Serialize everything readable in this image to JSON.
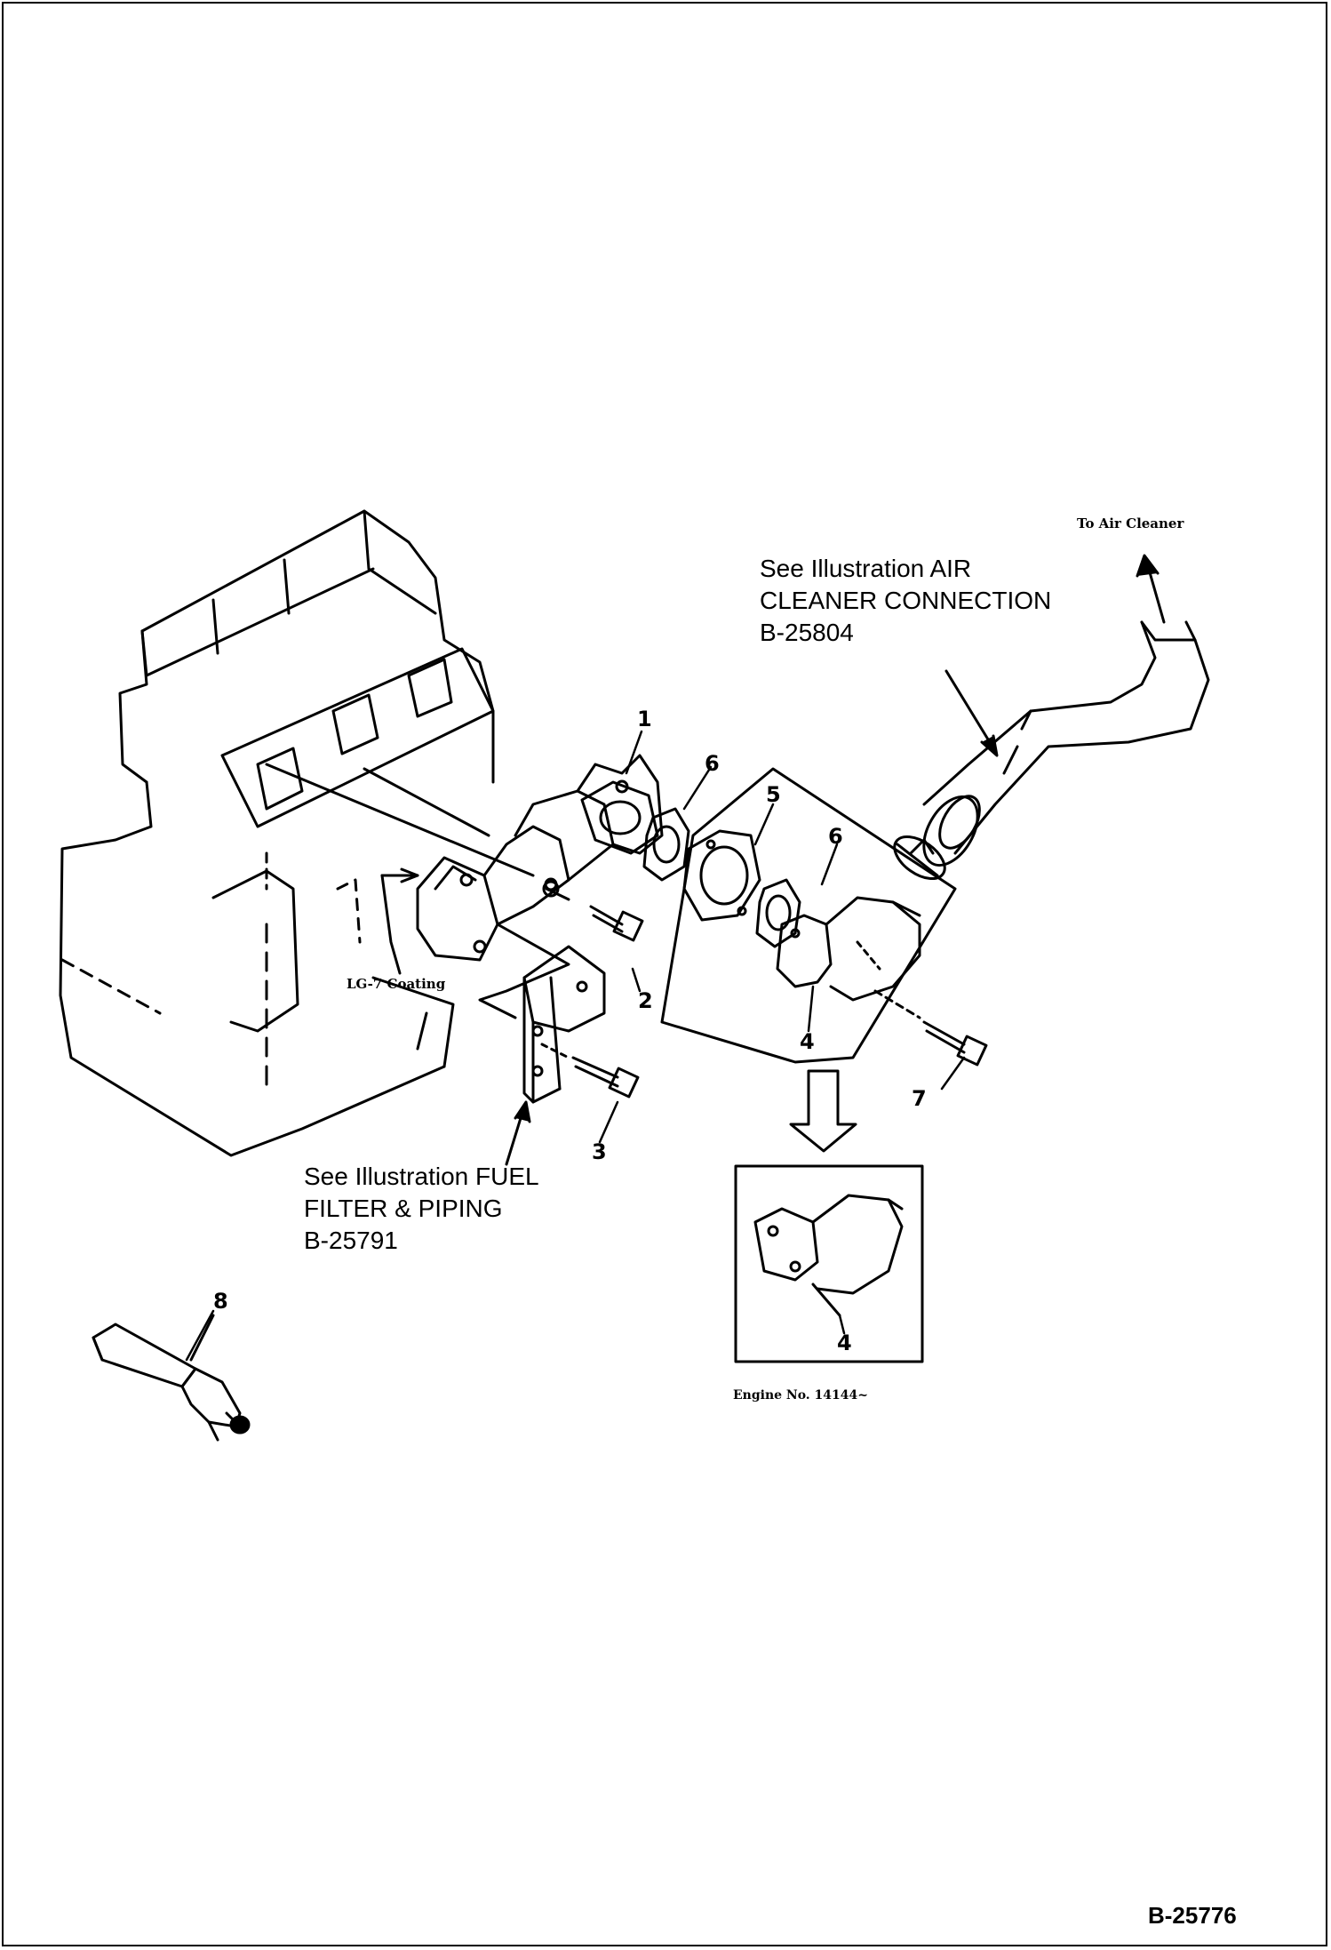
{
  "figure_id": "B-25776",
  "references": {
    "air_cleaner": [
      "See Illustration AIR",
      "CLEANER CONNECTION",
      "B-25804"
    ],
    "fuel_filter": [
      "See Illustration FUEL",
      "FILTER & PIPING",
      "B-25791"
    ]
  },
  "notes": {
    "to_air_cleaner": "To Air Cleaner",
    "coating": "LG-7 Coating",
    "engine_no": "Engine No. 14144~"
  },
  "callouts": {
    "p1": "1",
    "p2": "2",
    "p3": "3",
    "p4_main": "4",
    "p4_inset": "4",
    "p5": "5",
    "p6_left": "6",
    "p6_right": "6",
    "p7": "7",
    "p8": "8"
  }
}
